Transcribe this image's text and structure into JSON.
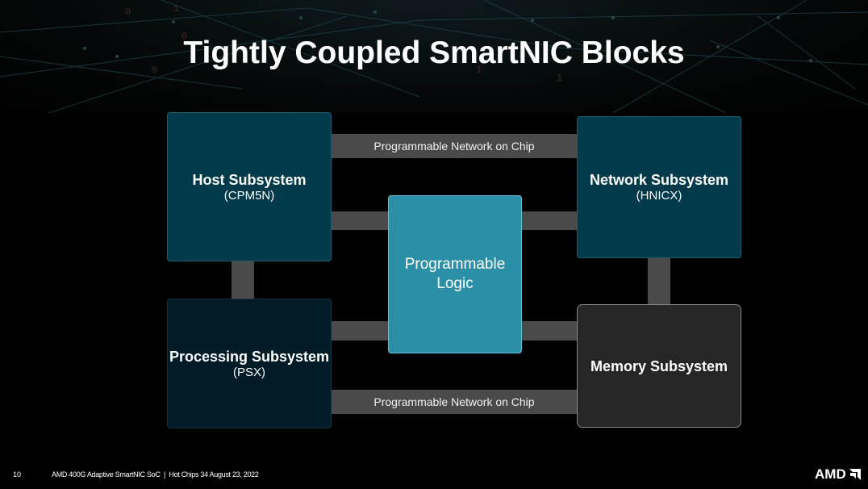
{
  "slide": {
    "title": "Tightly Coupled SmartNIC Blocks"
  },
  "diagram": {
    "blocks": {
      "host": {
        "name": "Host Subsystem",
        "sub": "(CPM5N)"
      },
      "network": {
        "name": "Network Subsystem",
        "sub": "(HNICX)"
      },
      "programmable_logic": {
        "line1": "Programmable",
        "line2": "Logic"
      },
      "processing": {
        "name": "Processing Subsystem",
        "sub": "(PSX)"
      },
      "memory": {
        "name": "Memory Subsystem"
      }
    },
    "interconnects": {
      "top_noc": "Programmable Network on Chip",
      "bottom_noc": "Programmable Network on Chip"
    },
    "colors": {
      "host_fill": "#013a4a",
      "network_fill": "#013a4a",
      "processing_fill": "#011c27",
      "memory_fill": "#262626",
      "pl_fill": "#2b8fa7",
      "connector": "#4a4a4a"
    }
  },
  "footer": {
    "page_number": "10",
    "text": "AMD 400G Adaptive SmartNIC SoC  |  Hot Chips 34 August 23, 2022",
    "logo": "AMD",
    "logo_icon": "amd-arrow-icon"
  }
}
